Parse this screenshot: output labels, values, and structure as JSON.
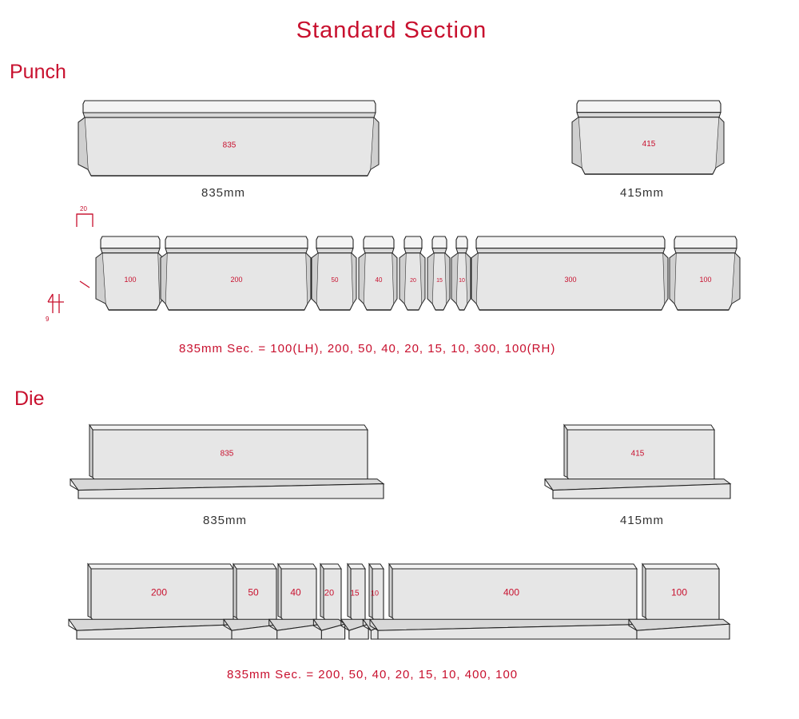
{
  "title": "Standard Section",
  "colors": {
    "accent": "#c8102e",
    "tool_fill": "#e6e6e6",
    "tool_top": "#f3f3f3",
    "outline": "#222222"
  },
  "punch": {
    "heading": "Punch",
    "full": {
      "label": "835",
      "caption": "835mm"
    },
    "half": {
      "label": "415",
      "caption": "415mm"
    },
    "sketch_labels": [
      "20",
      "9"
    ],
    "segments": [
      "100",
      "200",
      "50",
      "40",
      "20",
      "15",
      "10",
      "300",
      "100"
    ],
    "series_caption": "835mm Sec. = 100(LH), 200, 50, 40, 20, 15, 10, 300, 100(RH)"
  },
  "die": {
    "heading": "Die",
    "full": {
      "label": "835",
      "caption": "835mm"
    },
    "half": {
      "label": "415",
      "caption": "415mm"
    },
    "segments": [
      "200",
      "50",
      "40",
      "20",
      "15",
      "10",
      "400",
      "100"
    ],
    "series_caption": "835mm Sec. = 200, 50, 40, 20, 15, 10, 400, 100"
  }
}
